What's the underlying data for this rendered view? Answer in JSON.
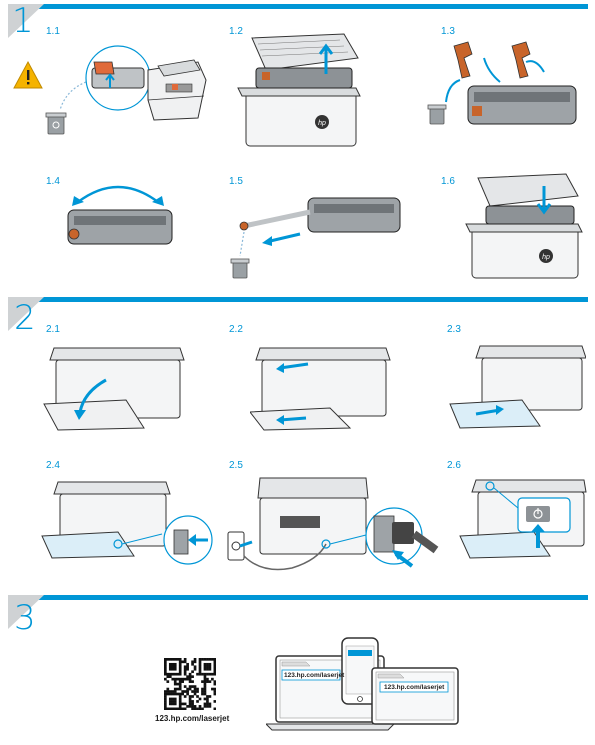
{
  "sections": [
    {
      "number": "1",
      "steps": [
        "1.1",
        "1.2",
        "1.3",
        "1.4",
        "1.5",
        "1.6"
      ]
    },
    {
      "number": "2",
      "steps": [
        "2.1",
        "2.2",
        "2.3",
        "2.4",
        "2.5",
        "2.6"
      ]
    },
    {
      "number": "3"
    }
  ],
  "setup_url": "123.hp.com/laserjet",
  "browser_url": "123.hp.com/laserjet",
  "colors": {
    "accent": "#0096d6",
    "warning": "#f5b300",
    "tape": "#e06a3a",
    "cartridge_orange": "#c8642a"
  },
  "icons": [
    "warning-icon",
    "recycle-bin-icon",
    "arrow-icon",
    "power-icon",
    "qr-code-icon",
    "hp-logo-icon"
  ]
}
